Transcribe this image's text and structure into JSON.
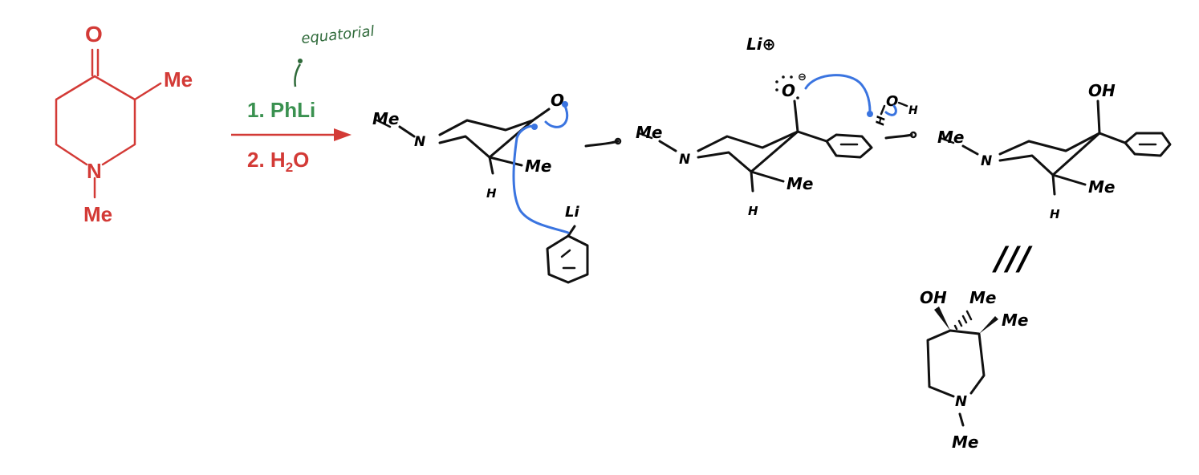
{
  "reactant": {
    "atom_o": "O",
    "atom_n": "N",
    "me_top": "Me",
    "me_bottom": "Me",
    "color": "#d33a36"
  },
  "conditions": {
    "step1": "1. PhLi",
    "step2_prefix": "2. H",
    "step2_sub": "2",
    "step2_suffix": "O",
    "step1_color": "#3a9150",
    "step2_color": "#d33a36",
    "annotation": "equatorial"
  },
  "structure1": {
    "me_n": "Me",
    "n": "N",
    "o": "O",
    "me_ring": "Me",
    "h": "H",
    "li": "Li"
  },
  "structure2": {
    "li_plus": "Li⊕",
    "o": "O",
    "charge": "⊖",
    "me_n": "Me",
    "n": "N",
    "me_ring": "Me",
    "h": "H",
    "water_o": "O",
    "water_h1": "H",
    "water_h2": "H"
  },
  "structure3": {
    "oh": "OH",
    "me_n": "Me",
    "n": "N",
    "me_ring": "Me",
    "h": "H"
  },
  "equivalence": "///",
  "structure4": {
    "oh": "OH",
    "me_top": "Me",
    "me_side": "Me",
    "n": "N",
    "me_bottom": "Me"
  },
  "colors": {
    "ink": "#111111",
    "arrow_blue": "#3a74e0",
    "green": "#3a9150",
    "red": "#d33a36"
  }
}
